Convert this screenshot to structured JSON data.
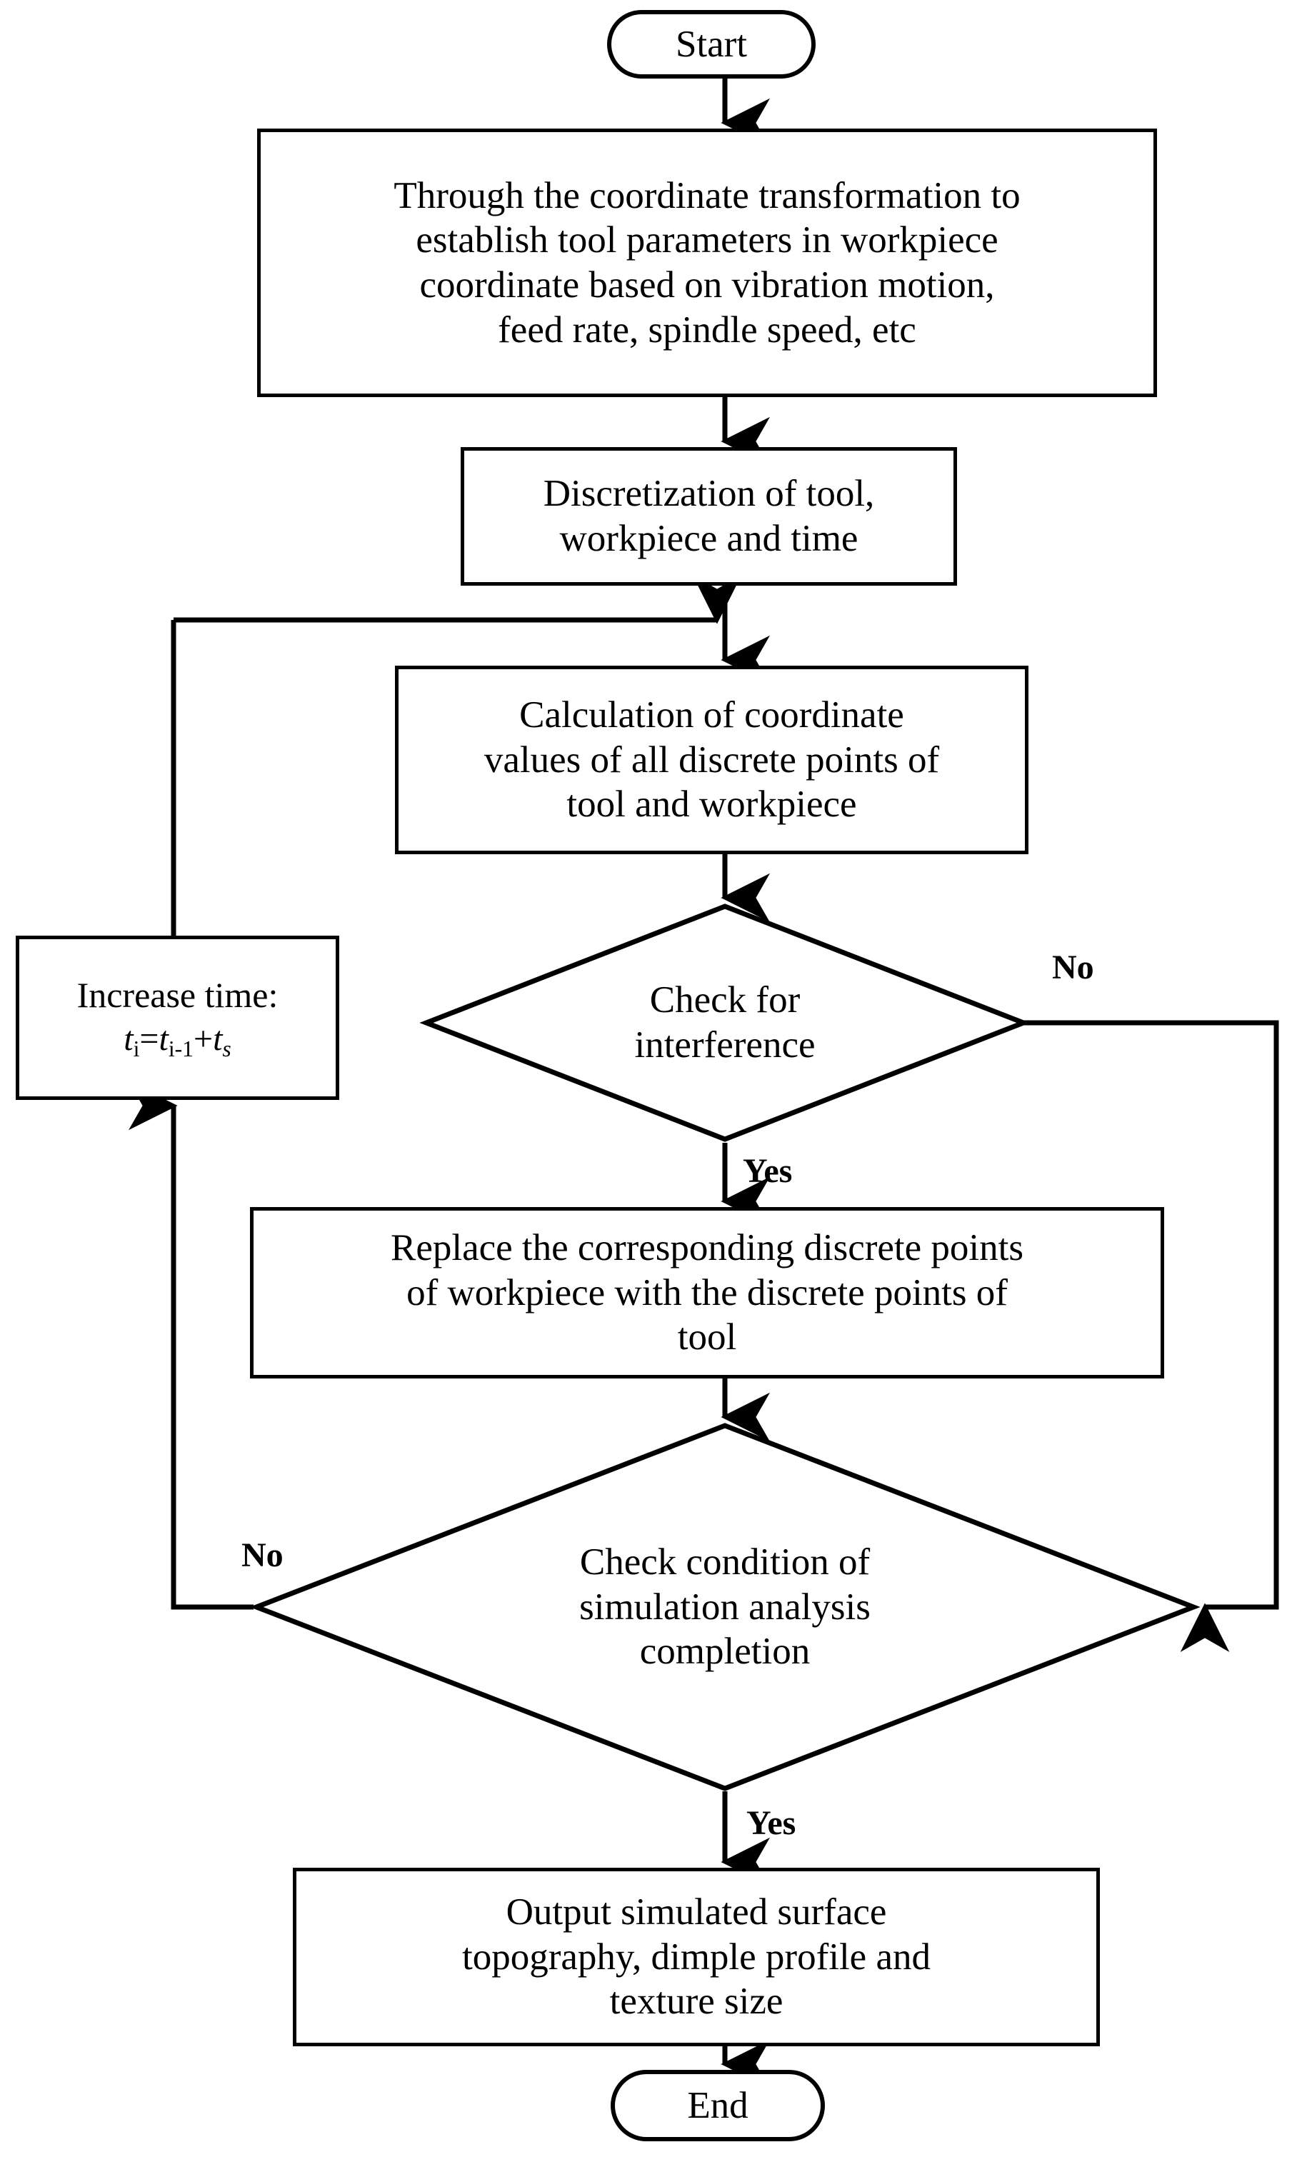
{
  "diagram": {
    "title": "Machining surface topography simulation flowchart",
    "stroke_color": "#000000",
    "background_color": "#ffffff"
  },
  "nodes": {
    "start": {
      "label": "Start",
      "shape": "terminator"
    },
    "box_transform": {
      "label": "Through the coordinate transformation to\nestablish tool parameters in workpiece\ncoordinate based on vibration motion,\nfeed rate, spindle speed, etc",
      "shape": "process"
    },
    "box_discretize": {
      "label": "Discretization of tool,\nworkpiece and time",
      "shape": "process"
    },
    "box_calculate": {
      "label": "Calculation of coordinate\nvalues of all discrete points of\ntool and workpiece",
      "shape": "process"
    },
    "diamond_interference": {
      "label": "Check for\ninterference",
      "shape": "decision"
    },
    "box_increase_time": {
      "label": "Increase time:",
      "formula": {
        "lhs_var": "t",
        "lhs_sub": "i",
        "eq": "=",
        "rhs_var": "t",
        "rhs_sub": "i-1",
        "plus": "+",
        "step_var": "t",
        "step_sub": "s",
        "plain": "ti=ti-1+ts"
      },
      "shape": "process"
    },
    "box_replace": {
      "label": "Replace the corresponding discrete points\nof workpiece with the discrete points of\ntool",
      "shape": "process"
    },
    "diamond_completion": {
      "label": "Check condition of\nsimulation analysis\ncompletion",
      "shape": "decision"
    },
    "box_output": {
      "label": "Output simulated surface\ntopography, dimple profile and\ntexture size",
      "shape": "process"
    },
    "end": {
      "label": "End",
      "shape": "terminator"
    }
  },
  "edge_labels": {
    "interference_no": "No",
    "interference_yes": "Yes",
    "completion_no": "No",
    "completion_yes": "Yes"
  }
}
